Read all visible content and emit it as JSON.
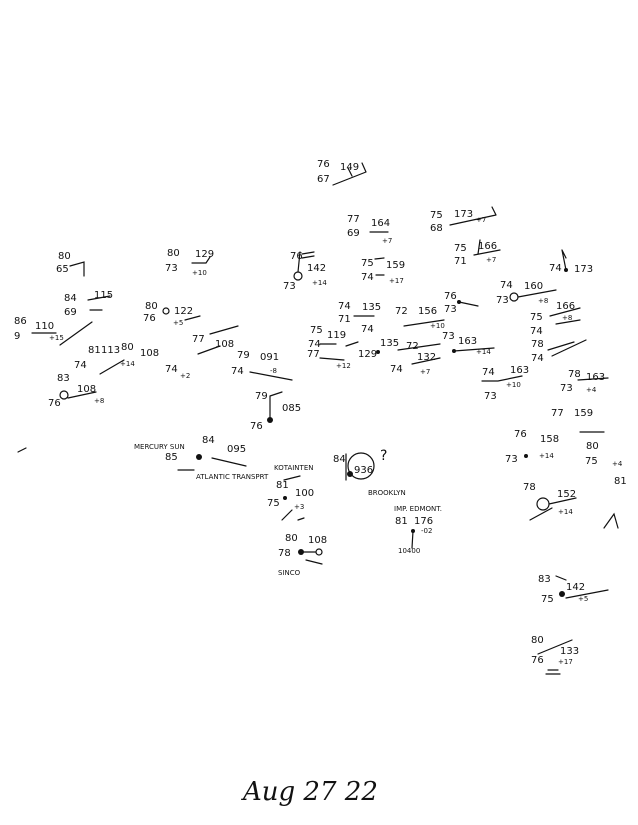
{
  "caption": "Aug 27 22",
  "colors": {
    "ink": "#111111",
    "paper": "#ffffff"
  },
  "stations": [
    {
      "id": "s1",
      "temp": "76",
      "dew": "67",
      "pressure": "149",
      "tendency": ""
    },
    {
      "id": "s2",
      "temp": "77",
      "dew": "69",
      "pressure": "164",
      "tendency": "+7"
    },
    {
      "id": "s3",
      "temp": "75",
      "dew": "68",
      "pressure": "173",
      "tendency": "+7"
    },
    {
      "id": "s4",
      "temp": "75",
      "dew": "71",
      "pressure": "166",
      "tendency": "+7"
    },
    {
      "id": "s5",
      "temp": "80",
      "dew": "65",
      "pressure": "",
      "tendency": ""
    },
    {
      "id": "s6",
      "temp": "80",
      "dew": "73",
      "pressure": "129",
      "tendency": "+10"
    },
    {
      "id": "s7",
      "temp": "76",
      "dew": "73",
      "pressure": "142",
      "tendency": "+14"
    },
    {
      "id": "s8",
      "temp": "75",
      "dew": "74",
      "pressure": "159",
      "tendency": "+17"
    },
    {
      "id": "s9",
      "temp": "74",
      "dew": "",
      "pressure": "173",
      "tendency": ""
    },
    {
      "id": "s10",
      "temp": "84",
      "dew": "69",
      "pressure": "115",
      "tendency": ""
    },
    {
      "id": "s11",
      "temp": "80",
      "dew": "76",
      "pressure": "122",
      "tendency": "+5"
    },
    {
      "id": "s12",
      "temp": "86",
      "dew": "9",
      "pressure": "110",
      "tendency": "+15"
    },
    {
      "id": "s13",
      "temp": "74",
      "dew": "71",
      "pressure": "135",
      "tendency": ""
    },
    {
      "id": "s14",
      "temp": "72",
      "dew": "",
      "pressure": "156",
      "tendency": "+10"
    },
    {
      "id": "s15",
      "temp": "76",
      "dew": "73",
      "pressure": "",
      "tendency": ""
    },
    {
      "id": "s16",
      "temp": "74",
      "dew": "73",
      "pressure": "160",
      "tendency": "+8"
    },
    {
      "id": "s17",
      "temp": "75",
      "dew": "74",
      "pressure": "166",
      "tendency": "+8"
    },
    {
      "id": "s18",
      "temp": "78",
      "dew": "74",
      "pressure": "",
      "tendency": ""
    },
    {
      "id": "s19",
      "temp": "81",
      "dew": "74",
      "pressure": "113",
      "tendency": ""
    },
    {
      "id": "s20",
      "temp": "80",
      "dew": "",
      "pressure": "108",
      "tendency": "+14"
    },
    {
      "id": "s21",
      "temp": "77",
      "dew": "74",
      "pressure": "108",
      "tendency": "+2"
    },
    {
      "id": "s22",
      "temp": "79",
      "dew": "74",
      "pressure": "091",
      "tendency": "-8"
    },
    {
      "id": "s23",
      "temp": "75",
      "dew": "74",
      "pressure": "119",
      "tendency": ""
    },
    {
      "id": "s24",
      "temp": "77",
      "dew": "",
      "pressure": "129",
      "tendency": "+12"
    },
    {
      "id": "s25",
      "temp": "74",
      "dew": "",
      "pressure": "135",
      "tendency": ""
    },
    {
      "id": "s26",
      "temp": "72",
      "dew": "74",
      "pressure": "132",
      "tendency": "+7"
    },
    {
      "id": "s27",
      "temp": "73",
      "dew": "",
      "pressure": "163",
      "tendency": "+14"
    },
    {
      "id": "s28",
      "temp": "74",
      "dew": "73",
      "pressure": "163",
      "tendency": "+10"
    },
    {
      "id": "s29",
      "temp": "78",
      "dew": "73",
      "pressure": "163",
      "tendency": "+4"
    },
    {
      "id": "s30",
      "temp": "83",
      "dew": "76",
      "pressure": "108",
      "tendency": "+8"
    },
    {
      "id": "s31",
      "temp": "79",
      "dew": "76",
      "pressure": "085",
      "tendency": ""
    },
    {
      "id": "s32",
      "temp": "77",
      "dew": "",
      "pressure": "159",
      "tendency": ""
    },
    {
      "id": "s33",
      "temp": "76",
      "dew": "73",
      "pressure": "158",
      "tendency": "+14"
    },
    {
      "id": "s34",
      "temp": "80",
      "dew": "75",
      "pressure": "",
      "tendency": "+4"
    },
    {
      "id": "s35",
      "temp": "84",
      "dew": "85",
      "pressure": "095",
      "tendency": ""
    },
    {
      "id": "s36",
      "temp": "84",
      "dew": "",
      "pressure": "936",
      "tendency": ""
    },
    {
      "id": "s37",
      "temp": "81",
      "dew": "75",
      "pressure": "100",
      "tendency": "+3"
    },
    {
      "id": "s38",
      "temp": "81",
      "dew": "",
      "pressure": "176",
      "tendency": "-02"
    },
    {
      "id": "s39",
      "temp": "78",
      "dew": "",
      "pressure": "152",
      "tendency": "+14"
    },
    {
      "id": "s40",
      "temp": "81",
      "dew": "",
      "pressure": "",
      "tendency": ""
    },
    {
      "id": "s41",
      "temp": "80",
      "dew": "78",
      "pressure": "108",
      "tendency": ""
    },
    {
      "id": "s42",
      "temp": "83",
      "dew": "75",
      "pressure": "142",
      "tendency": "+5"
    },
    {
      "id": "s43",
      "temp": "80",
      "dew": "76",
      "pressure": "133",
      "tendency": "+17"
    }
  ],
  "place_labels": [
    {
      "id": "mercury-sun",
      "text": "MERCURY SUN"
    },
    {
      "id": "atlantic-transpt",
      "text": "ATLANTIC TRANSPRT"
    },
    {
      "id": "kotrinten",
      "text": "KOTAINTEN"
    },
    {
      "id": "brooklyn",
      "text": "BROOKLYN"
    },
    {
      "id": "imp-edmont",
      "text": "IMP. EDMONT."
    },
    {
      "id": "sinco",
      "text": "SINCO"
    }
  ],
  "other_marks": [
    {
      "id": "question-mark",
      "text": "?"
    },
    {
      "id": "low-mark",
      "text": "10400"
    }
  ]
}
